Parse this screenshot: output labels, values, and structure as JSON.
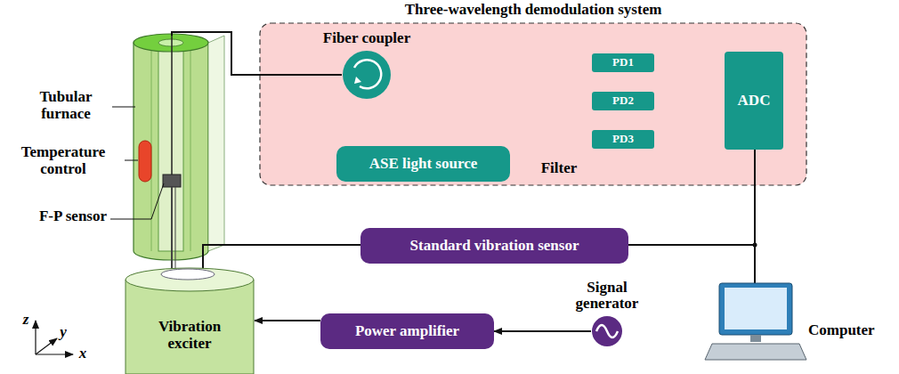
{
  "diagram": {
    "nodes": [
      {
        "text": [
          "Three-wavelength demodulation system"
        ]
      },
      {
        "text": [
          "Fiber coupler"
        ],
        "in": 0
      },
      {
        "text": [
          "ASE light source"
        ],
        "in": 0
      },
      {
        "text": [
          "PD1"
        ],
        "in": 0
      },
      {
        "text": [
          "PD2"
        ],
        "in": 0
      },
      {
        "text": [
          "PD3"
        ],
        "in": 0
      },
      {
        "text": [
          "ADC"
        ],
        "in": 0
      },
      {
        "text": [
          "Standard vibration sensor"
        ]
      },
      {
        "text": [
          "Signal generator"
        ]
      },
      {
        "text": [
          "Power amplifier"
        ]
      },
      {
        "text": [
          "Vibration exciter"
        ]
      }
    ],
    "edges": [
      {
        "from": 2,
        "to": 1,
        "arrow": "to"
      },
      {
        "from": 1,
        "to": 3,
        "arrow": "none"
      },
      {
        "from": 1,
        "to": 4,
        "arrow": "none"
      },
      {
        "from": 1,
        "to": 5,
        "arrow": "none"
      },
      {
        "from": 3,
        "to": 6,
        "arrow": "none"
      },
      {
        "from": 4,
        "to": 6,
        "arrow": "none"
      },
      {
        "from": 5,
        "to": 6,
        "arrow": "none"
      },
      {
        "from": 8,
        "to": 9,
        "arrow": "to"
      },
      {
        "from": 9,
        "to": 10,
        "arrow": "to"
      }
    ],
    "labels": [
      "Tubular furnace",
      "Temperature control",
      "F-P sensor",
      "Filter",
      "Computer",
      "z",
      "y",
      "x"
    ]
  }
}
